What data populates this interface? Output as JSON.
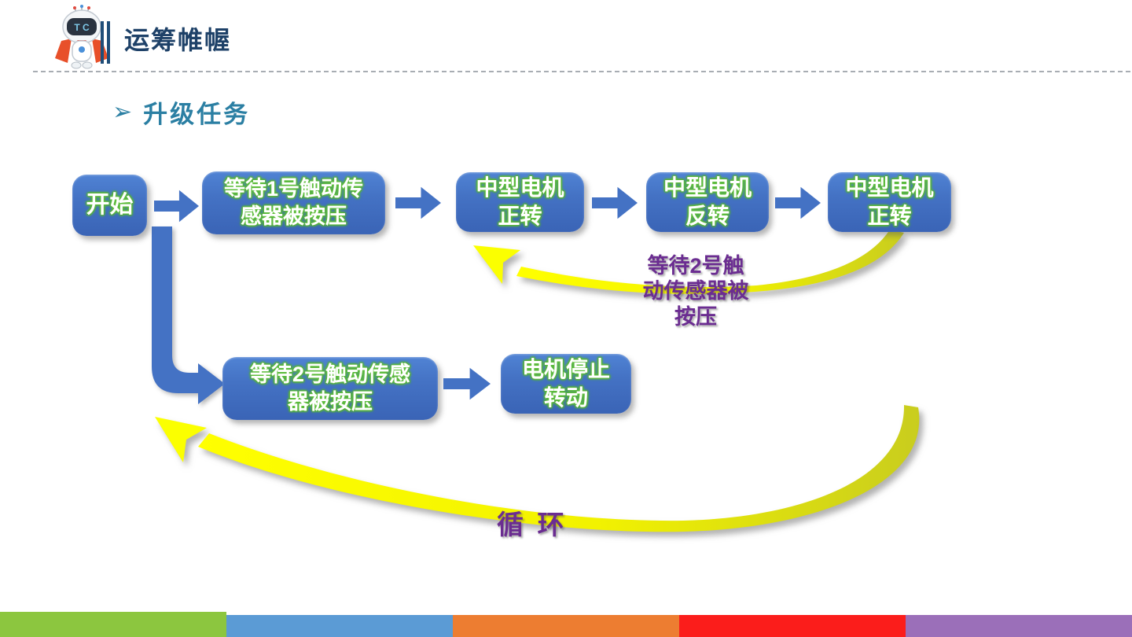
{
  "header": {
    "title": "运筹帷幄",
    "robot_face_text": "T C"
  },
  "section": {
    "bullet": "➢",
    "title": "升级任务"
  },
  "flowchart": {
    "nodes": [
      {
        "name": "start",
        "lines": [
          "开始"
        ]
      },
      {
        "name": "wait-sensor-1",
        "lines": [
          "等待1号触动传",
          "感器被按压"
        ]
      },
      {
        "name": "motor-forward-1",
        "lines": [
          "中型电机",
          "正转"
        ]
      },
      {
        "name": "motor-reverse",
        "lines": [
          "中型电机",
          "反转"
        ]
      },
      {
        "name": "motor-forward-2",
        "lines": [
          "中型电机",
          "正转"
        ]
      },
      {
        "name": "wait-sensor-2",
        "lines": [
          "等待2号触动传感",
          "器被按压"
        ]
      },
      {
        "name": "motor-stop",
        "lines": [
          "电机停止",
          "转动"
        ]
      }
    ],
    "loop_label_lines": [
      "等待2号触",
      "动传感器被",
      "按压"
    ],
    "cycle_label": "循 环"
  },
  "colors": {
    "box_blue": "#4472C4",
    "text_glow_green": "#62C23E",
    "swoosh_yellow": "#FFFF00",
    "swoosh_olive": "#C9CD1E",
    "purple_text": "#6B2D91",
    "heading_teal": "#2B7FA3",
    "title_navy": "#1E4168"
  },
  "footer_stripes": [
    {
      "name": "green",
      "color": "#8CC63F"
    },
    {
      "name": "blue",
      "color": "#5B9BD5"
    },
    {
      "name": "orange",
      "color": "#ED7D31"
    },
    {
      "name": "red",
      "color": "#FB1D1B"
    },
    {
      "name": "purple",
      "color": "#9B6FB9"
    }
  ]
}
